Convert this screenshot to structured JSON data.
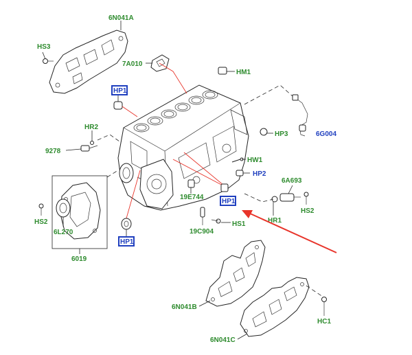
{
  "colors": {
    "part_label": "#2e8b2e",
    "highlight_label": "#1f3fbf",
    "highlight_box": "#1f3fbf",
    "arrow": "#e8342a",
    "red_leader": "#e8342a"
  },
  "labels": {
    "l_6n041a": "6N041A",
    "l_hs3": "HS3",
    "l_7a010": "7A010",
    "l_hm1": "HM1",
    "l_hp1_top": "HP1",
    "l_hr2": "HR2",
    "l_9278": "9278",
    "l_hp3": "HP3",
    "l_6g004": "6G004",
    "l_hw1": "HW1",
    "l_hp2": "HP2",
    "l_6a693": "6A693",
    "l_19e744": "19E744",
    "l_hp1_mid": "HP1",
    "l_hs2_right": "HS2",
    "l_hr1": "HR1",
    "l_hs2_left": "HS2",
    "l_6l270": "6L270",
    "l_hs1": "HS1",
    "l_19c904": "19C904",
    "l_hp1_bottom": "HP1",
    "l_6019": "6019",
    "l_6n041b": "6N041B",
    "l_hc1": "HC1",
    "l_6n041c": "6N041C"
  }
}
